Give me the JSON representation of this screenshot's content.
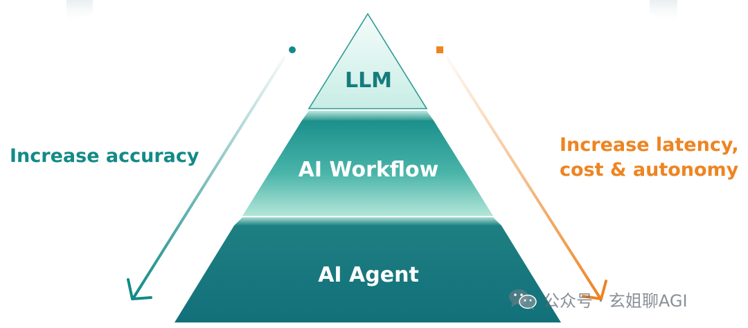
{
  "tiers": [
    {
      "label": "LLM"
    },
    {
      "label": "AI Workflow"
    },
    {
      "label": "AI Agent"
    }
  ],
  "left_axis": {
    "label": "Increase accuracy",
    "color": "#138a87"
  },
  "right_axis": {
    "label_lines": [
      "Increase latency,",
      "cost & autonomy"
    ],
    "color": "#ee8422"
  },
  "watermark": {
    "text": "公众号 · 玄姐聊AGI",
    "icon": "wechat-icon"
  },
  "colors": {
    "tier_top": "#128785",
    "tier_dark": "#147379",
    "tier_light": "#dff5f0",
    "label_dark": "#157c7d",
    "label_light": "#ffffff"
  }
}
